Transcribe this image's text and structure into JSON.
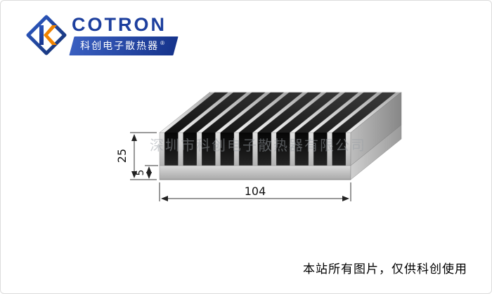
{
  "logo": {
    "brand": "COTRON",
    "tagline": "科创电子散热器",
    "registered": "®"
  },
  "drawing": {
    "dim_total_height": "25",
    "dim_base_thickness": "5",
    "dim_width": "104"
  },
  "watermark": {
    "text": "深圳市科创电子散热器有限公司"
  },
  "footer": {
    "notice": "本站所有图片，仅供科创使用"
  },
  "colors": {
    "brand_blue": "#1d3f9e",
    "brand_orange": "#f08300",
    "dim_line": "#333333"
  }
}
